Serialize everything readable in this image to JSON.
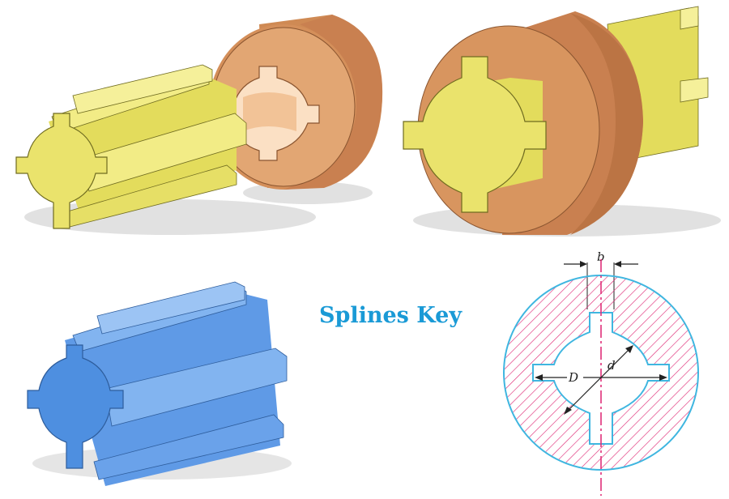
{
  "title": "Splines Key",
  "section_labels": {
    "width": "b",
    "major_diameter": "D",
    "minor_diameter": "d"
  },
  "colors": {
    "shaft_yellow": "#efe97a",
    "hub_orange": "#e0a06c",
    "spline_blue": "#4e8fe0",
    "title_blue": "#1a9ad6",
    "hatch_pink": "#e0307a",
    "outline_cyan": "#3fb6e0"
  }
}
